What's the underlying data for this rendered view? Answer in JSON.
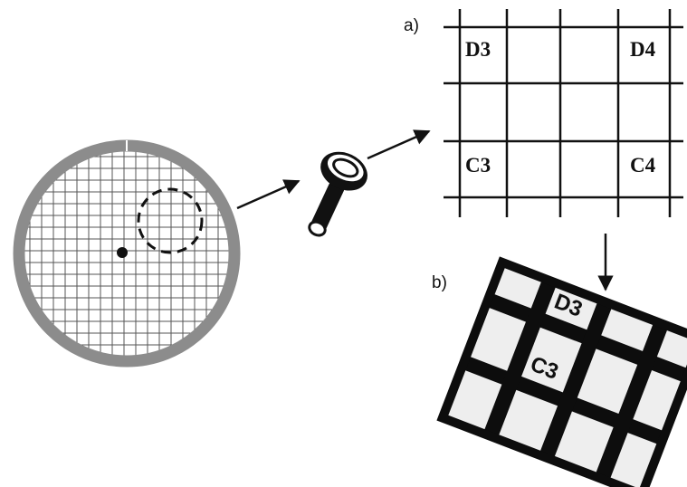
{
  "panels": {
    "a_label": "a)",
    "b_label": "b)"
  },
  "grid_cells": {
    "d3": "D3",
    "d4": "D4",
    "c3": "C3",
    "c4": "C4"
  },
  "photo_cells": {
    "d3": "D3",
    "c3": "C3"
  },
  "icons": {
    "overview": "grid-disc-icon",
    "magnifier": "magnifying-glass-icon",
    "arrow": "arrow-icon"
  },
  "colors": {
    "ring": "#8c8c8c",
    "line": "#111111",
    "grid_fine": "#555555",
    "photo_bg": "#eeeeee"
  }
}
